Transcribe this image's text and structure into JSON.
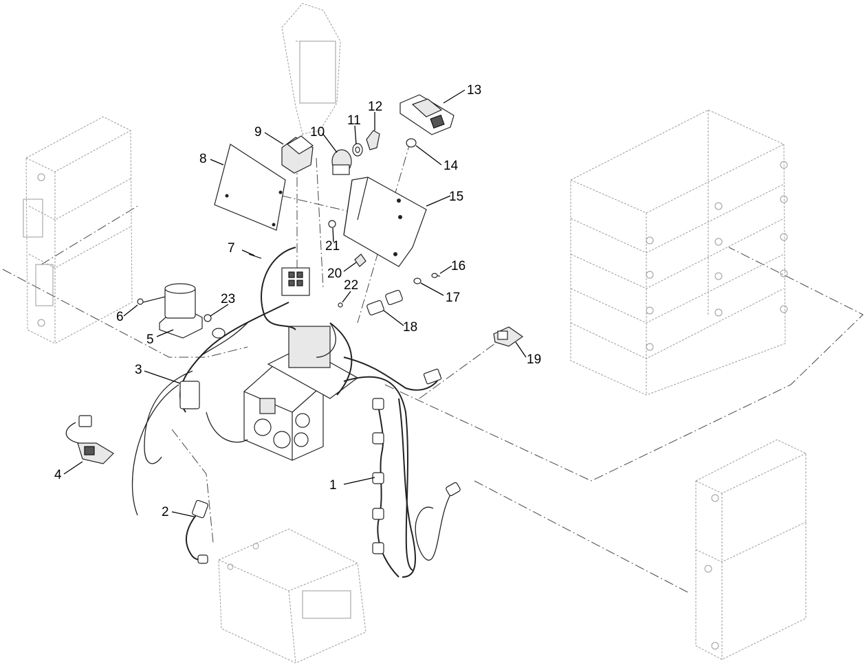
{
  "callouts": [
    {
      "id": "1",
      "label": "1"
    },
    {
      "id": "2",
      "label": "2"
    },
    {
      "id": "3",
      "label": "3"
    },
    {
      "id": "4",
      "label": "4"
    },
    {
      "id": "5",
      "label": "5"
    },
    {
      "id": "6",
      "label": "6"
    },
    {
      "id": "7",
      "label": "7"
    },
    {
      "id": "8",
      "label": "8"
    },
    {
      "id": "9",
      "label": "9"
    },
    {
      "id": "10",
      "label": "10"
    },
    {
      "id": "11",
      "label": "11"
    },
    {
      "id": "12",
      "label": "12"
    },
    {
      "id": "13",
      "label": "13"
    },
    {
      "id": "14",
      "label": "14"
    },
    {
      "id": "15",
      "label": "15"
    },
    {
      "id": "16",
      "label": "16"
    },
    {
      "id": "17",
      "label": "17"
    },
    {
      "id": "18",
      "label": "18"
    },
    {
      "id": "19",
      "label": "19"
    },
    {
      "id": "20",
      "label": "20"
    },
    {
      "id": "21",
      "label": "21"
    },
    {
      "id": "22",
      "label": "22"
    },
    {
      "id": "23",
      "label": "23"
    }
  ],
  "colors": {
    "line": "#000000",
    "ghost": "#9a9a9a",
    "background": "#ffffff"
  }
}
